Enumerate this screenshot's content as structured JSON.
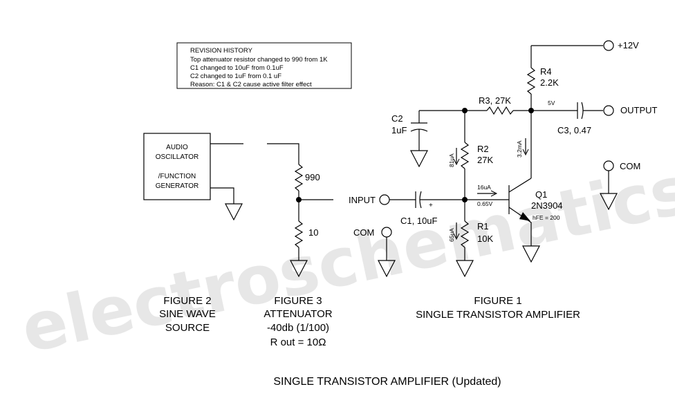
{
  "revision_history": {
    "heading": "REVISION HISTORY",
    "lines": [
      "Top attenuator resistor changed to 990 from 1K",
      "C1 changed to 10uF from 0.1uF",
      "C2 changed to   1uF from 0.1 uF",
      "Reason:  C1 & C2 cause active filter effect"
    ]
  },
  "oscillator": {
    "lines": [
      "AUDIO",
      "OSCILLATOR",
      "/FUNCTION",
      "GENERATOR"
    ]
  },
  "attenuator": {
    "r_top": "990",
    "r_bottom": "10"
  },
  "amplifier": {
    "supply": "+12V",
    "r4_name": "R4",
    "r4_value": "2.2K",
    "r3_label": "R3, 27K",
    "c2_name": "C2",
    "c2_value": "1uF",
    "r2_name": "R2",
    "r2_value": "27K",
    "r1_name": "R1",
    "r1_value": "10K",
    "c1_label": "C1, 10uF",
    "c1_polarity": "+",
    "c3_label": "C3, 0.47",
    "q1_name": "Q1",
    "q1_type": "2N3904",
    "hfe": "hFE = 200",
    "collector_voltage": "5V",
    "collector_current": "3.2mA",
    "r2_current": "81uA",
    "r1_current": "65uA",
    "base_current": "16uA",
    "base_voltage": "0.65V",
    "input_label": "INPUT",
    "output_label": "OUTPUT",
    "com_left": "COM",
    "com_right": "COM"
  },
  "captions": {
    "fig2": [
      "FIGURE 2",
      "SINE WAVE",
      "SOURCE"
    ],
    "fig3": [
      "FIGURE 3",
      "ATTENUATOR",
      "-40db  (1/100)",
      "R out = 10Ω"
    ],
    "fig1": [
      "FIGURE 1",
      "SINGLE TRANSISTOR AMPLIFIER"
    ]
  },
  "page_title": "SINGLE TRANSISTOR AMPLIFIER (Updated)",
  "watermark": "electroschematics.com"
}
